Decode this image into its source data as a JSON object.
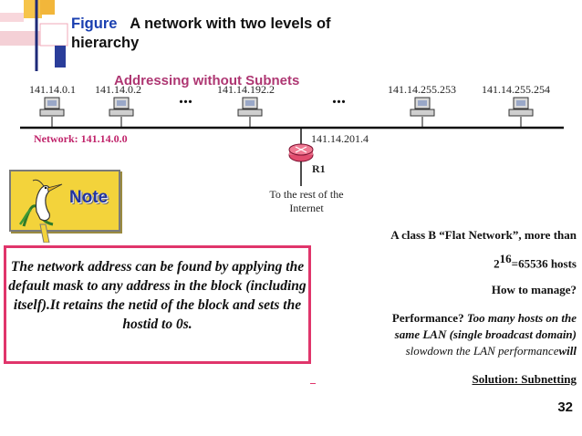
{
  "title": {
    "figure_label": "Figure",
    "text": "A network with two levels of hierarchy"
  },
  "ghost_heading": "Addressing without Subnets",
  "hosts": [
    "141.14.0.1",
    "141.14.0.2",
    "141.14.192.2",
    "141.14.255.253",
    "141.14.255.254"
  ],
  "ellipsis": "...",
  "network_label": "Network: 141.14.0.0",
  "router": {
    "ip": "141.14.201.4",
    "name": "R1",
    "to_rest": "To the rest of the Internet"
  },
  "note": {
    "label": "Note"
  },
  "explanation": "The network address can be found by applying the default mask to any address in the block (including itself).It retains the netid of the block and sets the hostid to 0s.",
  "right_text": {
    "flat": "A class B “Flat Network”, more than",
    "hosts_base": "2",
    "hosts_exp": "16",
    "hosts_tail": "=65536 hosts",
    "manage": "How to manage?",
    "perf_label": "Performance?",
    "perf_line1": "Too many hosts on the",
    "perf_line2": "same LAN (single broadcast domain)",
    "perf_line3": "slowdown the LAN performance",
    "perf_will": "will",
    "solution": "Solution: Subnetting"
  },
  "page_number": "32",
  "colors": {
    "accent_blue": "#1a3fb0",
    "pink": "#e0356b",
    "note_yellow": "#f3d33b"
  }
}
